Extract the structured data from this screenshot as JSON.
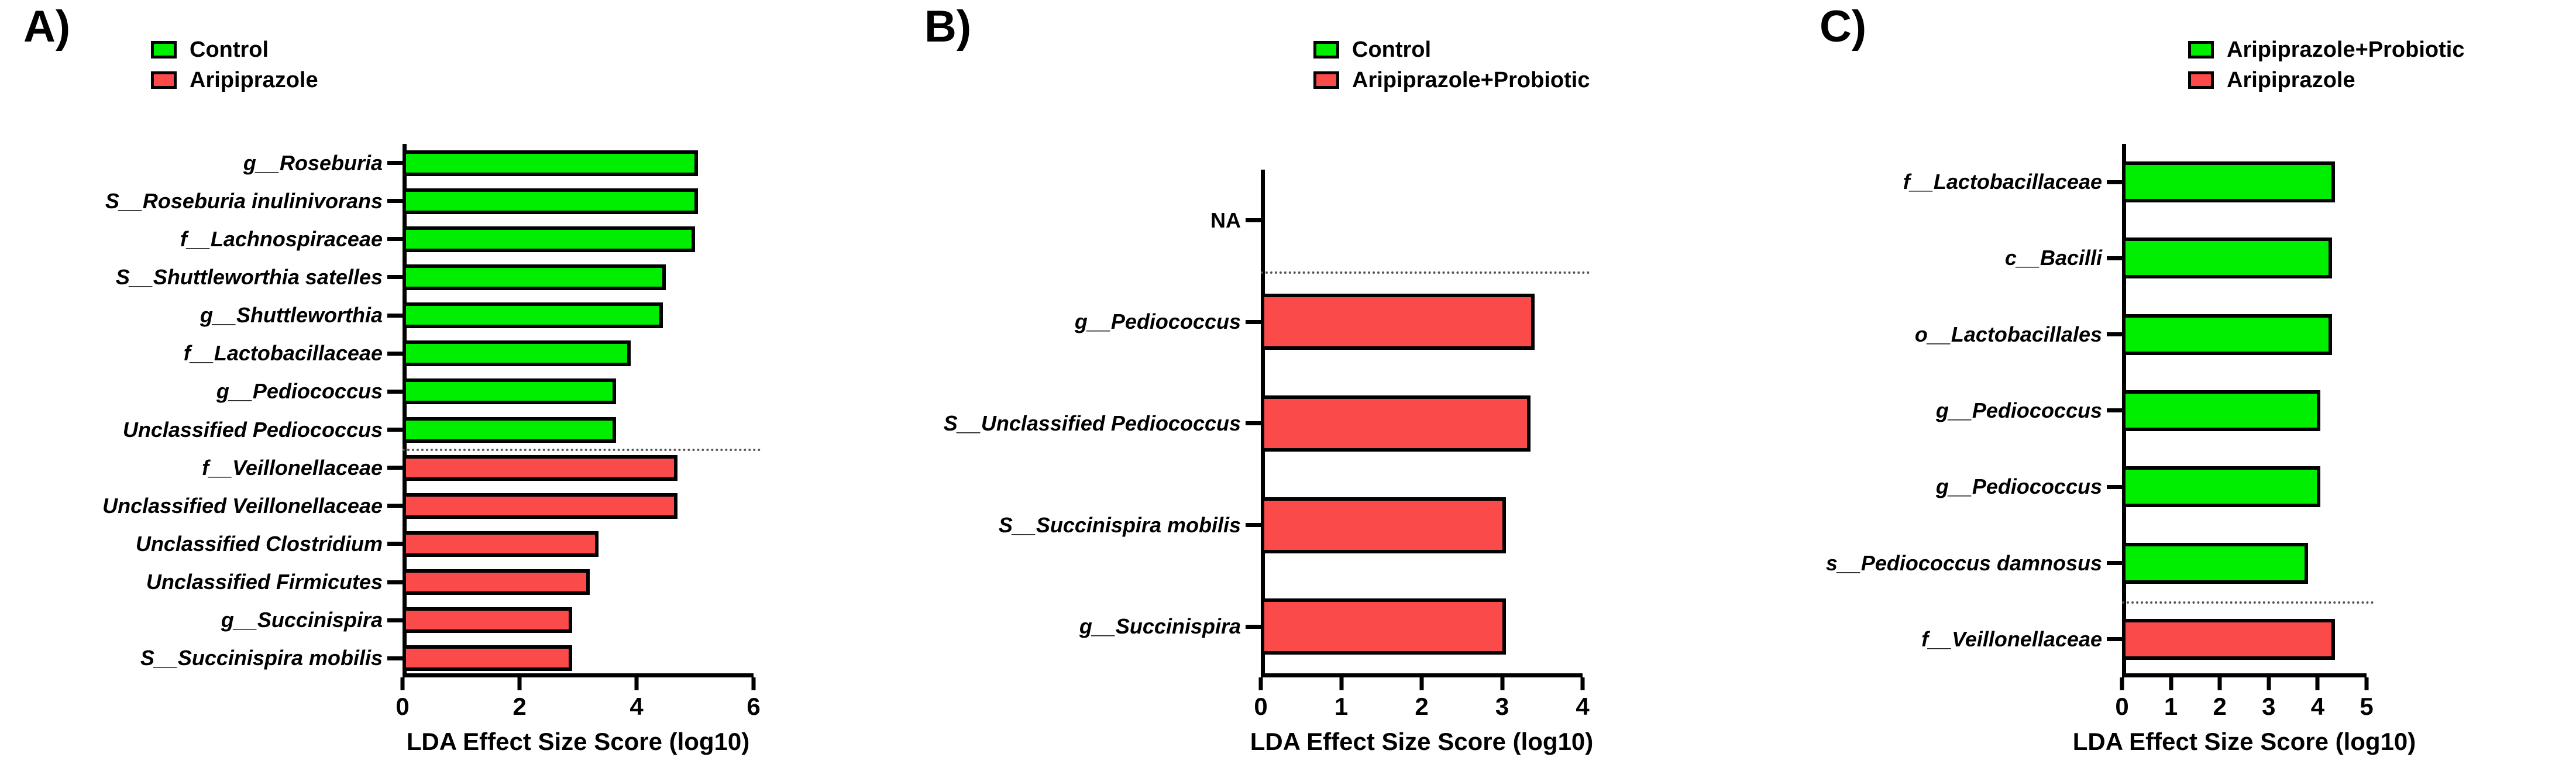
{
  "figure": {
    "colors": {
      "green": "#00ee00",
      "red": "#fb4a4a",
      "outline": "#000000",
      "separator": "#555555"
    }
  },
  "panels": [
    {
      "id": "A",
      "letter": "A)",
      "legend": [
        {
          "label": "Control",
          "color": "#00ee00",
          "swatch_name": "legend-swatch-control"
        },
        {
          "label": "Aripiprazole",
          "color": "#fb4a4a",
          "swatch_name": "legend-swatch-aripiprazole"
        }
      ],
      "axis": {
        "title": "LDA Effect Size Score (log10)",
        "ticks": [
          "0",
          "2",
          "4",
          "6"
        ],
        "min": 0,
        "max": 6,
        "step": 2
      },
      "separator_after_index": 7
    },
    {
      "id": "B",
      "letter": "B)",
      "legend": [
        {
          "label": "Control",
          "color": "#00ee00",
          "swatch_name": "legend-swatch-control"
        },
        {
          "label": "Aripiprazole+Probiotic",
          "color": "#fb4a4a",
          "swatch_name": "legend-swatch-aripiprazole-probiotic"
        }
      ],
      "axis": {
        "title": "LDA Effect Size Score (log10)",
        "ticks": [
          "0",
          "1",
          "2",
          "3",
          "4"
        ],
        "min": 0,
        "max": 4,
        "step": 1
      },
      "separator_after_index": 0
    },
    {
      "id": "C",
      "letter": "C)",
      "legend": [
        {
          "label": "Aripiprazole+Probiotic",
          "color": "#00ee00",
          "swatch_name": "legend-swatch-aripiprazole-probiotic"
        },
        {
          "label": "Aripiprazole",
          "color": "#fb4a4a",
          "swatch_name": "legend-swatch-aripiprazole"
        }
      ],
      "axis": {
        "title": "LDA Effect Size Score (log10)",
        "ticks": [
          "0",
          "1",
          "2",
          "3",
          "4",
          "5"
        ],
        "min": 0,
        "max": 5,
        "step": 1
      },
      "separator_after_index": 5
    }
  ],
  "chart_data": [
    {
      "type": "bar",
      "panel": "A",
      "orientation": "horizontal",
      "title": "",
      "xlabel": "LDA Effect Size Score (log10)",
      "ylabel": "",
      "xlim": [
        0,
        6
      ],
      "xticks": [
        0,
        2,
        4,
        6
      ],
      "grid": false,
      "legend_position": "top-center",
      "categories": [
        "g__Roseburia",
        "S__Roseburia inulinivorans",
        "f__Lachnospiraceae",
        "S__Shuttleworthia satelles",
        "g__Shuttleworthia",
        "f__Lactobacillaceae",
        "g__Pediococcus",
        "Unclassified Pediococcus",
        "f__Veillonellaceae",
        "Unclassified Veillonellaceae",
        "Unclassified Clostridium",
        "Unclassified Firmicutes",
        "g__Succinispira",
        "S__Succinispira mobilis"
      ],
      "values": [
        5.05,
        5.05,
        5.0,
        4.5,
        4.45,
        3.9,
        3.65,
        3.65,
        4.7,
        4.7,
        3.35,
        3.2,
        2.9,
        2.9
      ],
      "groups": [
        "Control",
        "Control",
        "Control",
        "Control",
        "Control",
        "Control",
        "Control",
        "Control",
        "Aripiprazole",
        "Aripiprazole",
        "Aripiprazole",
        "Aripiprazole",
        "Aripiprazole",
        "Aripiprazole"
      ],
      "series": [
        {
          "name": "Control",
          "color": "#00ee00",
          "categories": [
            "g__Roseburia",
            "S__Roseburia inulinivorans",
            "f__Lachnospiraceae",
            "S__Shuttleworthia satelles",
            "g__Shuttleworthia",
            "f__Lactobacillaceae",
            "g__Pediococcus",
            "Unclassified Pediococcus"
          ],
          "values": [
            5.05,
            5.05,
            5.0,
            4.5,
            4.45,
            3.9,
            3.65,
            3.65
          ]
        },
        {
          "name": "Aripiprazole",
          "color": "#fb4a4a",
          "categories": [
            "f__Veillonellaceae",
            "Unclassified Veillonellaceae",
            "Unclassified Clostridium",
            "Unclassified Firmicutes",
            "g__Succinispira",
            "S__Succinispira mobilis"
          ],
          "values": [
            4.7,
            4.7,
            3.35,
            3.2,
            2.9,
            2.9
          ]
        }
      ]
    },
    {
      "type": "bar",
      "panel": "B",
      "orientation": "horizontal",
      "title": "",
      "xlabel": "LDA Effect Size Score (log10)",
      "ylabel": "",
      "xlim": [
        0,
        4
      ],
      "xticks": [
        0,
        1,
        2,
        3,
        4
      ],
      "grid": false,
      "legend_position": "top-center",
      "categories": [
        "NA",
        "g__Pediococcus",
        "S__Unclassified Pediococcus",
        "S__Succinispira mobilis",
        "g__Succinispira"
      ],
      "values": [
        0,
        3.4,
        3.35,
        3.05,
        3.05
      ],
      "groups": [
        "Control",
        "Aripiprazole+Probiotic",
        "Aripiprazole+Probiotic",
        "Aripiprazole+Probiotic",
        "Aripiprazole+Probiotic"
      ],
      "series": [
        {
          "name": "Control",
          "color": "#00ee00",
          "categories": [
            "NA"
          ],
          "values": [
            0
          ]
        },
        {
          "name": "Aripiprazole+Probiotic",
          "color": "#fb4a4a",
          "categories": [
            "g__Pediococcus",
            "S__Unclassified Pediococcus",
            "S__Succinispira mobilis",
            "g__Succinispira"
          ],
          "values": [
            3.4,
            3.35,
            3.05,
            3.05
          ]
        }
      ]
    },
    {
      "type": "bar",
      "panel": "C",
      "orientation": "horizontal",
      "title": "",
      "xlabel": "LDA Effect Size Score (log10)",
      "ylabel": "",
      "xlim": [
        0,
        5
      ],
      "xticks": [
        0,
        1,
        2,
        3,
        4,
        5
      ],
      "grid": false,
      "legend_position": "top-center",
      "categories": [
        "f__Lactobacillaceae",
        "c__Bacilli",
        "o__Lactobacillales",
        "g__Pediococcus",
        "g__Pediococcus",
        "s__Pediococcus damnosus",
        "f__Veillonellaceae"
      ],
      "values": [
        4.35,
        4.3,
        4.3,
        4.05,
        4.05,
        3.8,
        4.35
      ],
      "groups": [
        "Aripiprazole+Probiotic",
        "Aripiprazole+Probiotic",
        "Aripiprazole+Probiotic",
        "Aripiprazole+Probiotic",
        "Aripiprazole+Probiotic",
        "Aripiprazole+Probiotic",
        "Aripiprazole"
      ],
      "series": [
        {
          "name": "Aripiprazole+Probiotic",
          "color": "#00ee00",
          "categories": [
            "f__Lactobacillaceae",
            "c__Bacilli",
            "o__Lactobacillales",
            "g__Pediococcus",
            "g__Pediococcus",
            "s__Pediococcus damnosus"
          ],
          "values": [
            4.35,
            4.3,
            4.3,
            4.05,
            4.05,
            3.8
          ]
        },
        {
          "name": "Aripiprazole",
          "color": "#fb4a4a",
          "categories": [
            "f__Veillonellaceae"
          ],
          "values": [
            4.35
          ]
        }
      ]
    }
  ]
}
